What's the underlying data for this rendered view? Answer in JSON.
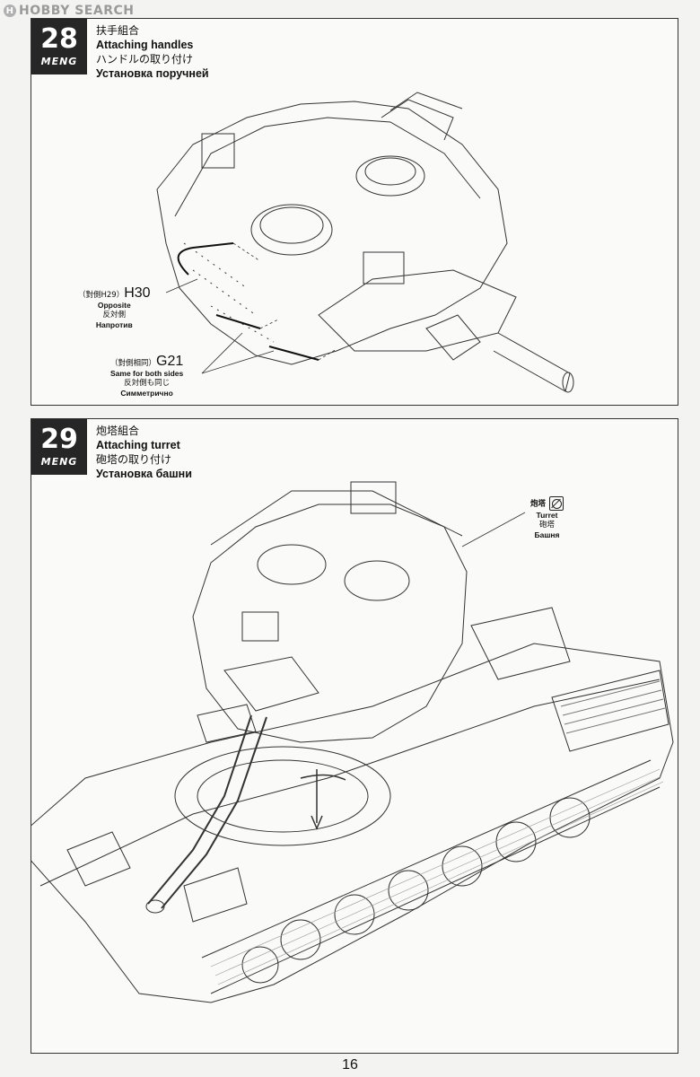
{
  "watermark": {
    "text": "HOBBY SEARCH",
    "badge": "H"
  },
  "step28": {
    "number": "28",
    "brand": "MENG",
    "title_zh": "扶手組合",
    "title_en": "Attaching handles",
    "title_ja": "ハンドルの取り付け",
    "title_ru": "Установка поручней",
    "callout_h30": {
      "note_zh": "（對側H29）",
      "code": "H30",
      "en": "Opposite",
      "ja": "反対側",
      "ru": "Напротив"
    },
    "callout_g21": {
      "note_zh": "（對側相同）",
      "code": "G21",
      "en": "Same for both sides",
      "ja": "反対側も同じ",
      "ru": "Симметрично"
    }
  },
  "step29": {
    "number": "29",
    "brand": "MENG",
    "title_zh": "炮塔組合",
    "title_en": "Attaching turret",
    "title_ja": "砲塔の取り付け",
    "title_ru": "Установка башни",
    "turret_label": {
      "zh": "炮塔",
      "en": "Turret",
      "ja": "砲塔",
      "ru": "Башня",
      "icon": "no-glue-icon"
    }
  },
  "page_number": "16"
}
